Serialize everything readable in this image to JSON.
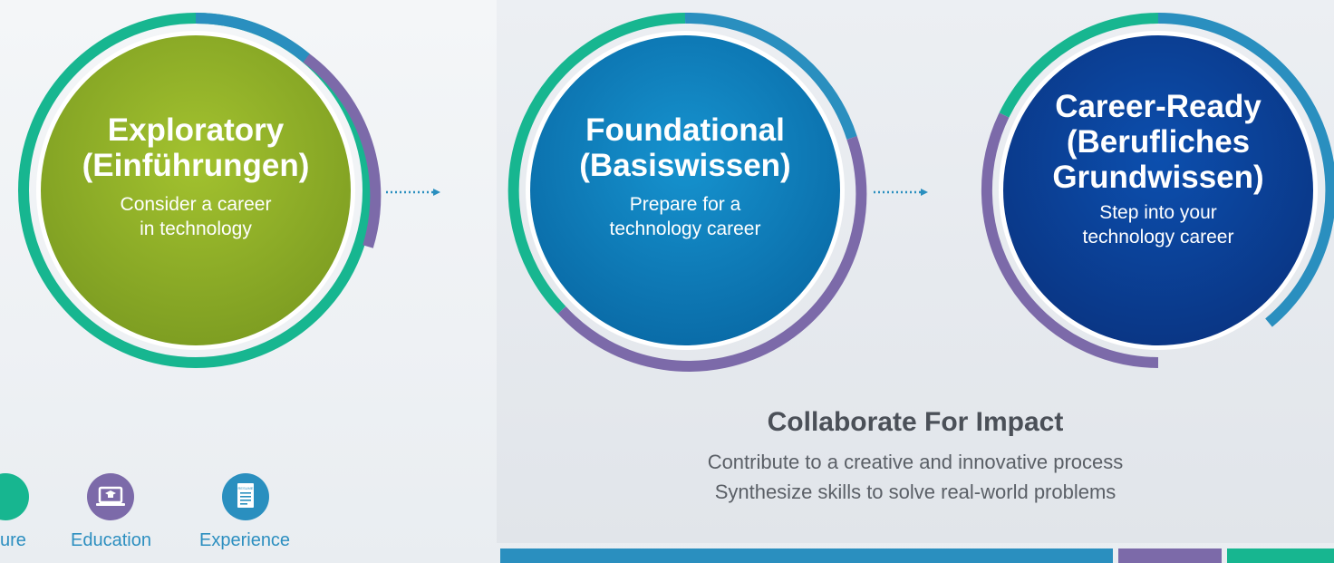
{
  "stages": [
    {
      "title_line1": "Exploratory",
      "title_line2": "(Einführungen)",
      "title_line3": "",
      "desc_line1": "Consider a career",
      "desc_line2": "in technology"
    },
    {
      "title_line1": "Foundational",
      "title_line2": "(Basiswissen)",
      "title_line3": "",
      "desc_line1": "Prepare for a",
      "desc_line2": "technology career"
    },
    {
      "title_line1": "Career-Ready",
      "title_line2": "(Berufliches",
      "title_line3": "Grundwissen)",
      "desc_line1": "Step into your",
      "desc_line2": "technology career"
    }
  ],
  "impact": {
    "title": "Collaborate For Impact",
    "line1": "Contribute to a creative and innovative process",
    "line2": "Synthesize skills to solve real-world problems"
  },
  "icons": [
    {
      "label": "ure",
      "icon": "exposure-icon"
    },
    {
      "label": "Education",
      "icon": "laptop-graduation-icon"
    },
    {
      "label": "Experience",
      "icon": "resume-icon"
    }
  ],
  "icon_badge_text": "RESUME",
  "colors": {
    "teal": "#17b690",
    "purple": "#7c6aa9",
    "blue": "#2a8fbf",
    "green_fill": "#8db02a",
    "blue_fill": "#0f83bf",
    "navy_fill": "#0b3f96"
  }
}
